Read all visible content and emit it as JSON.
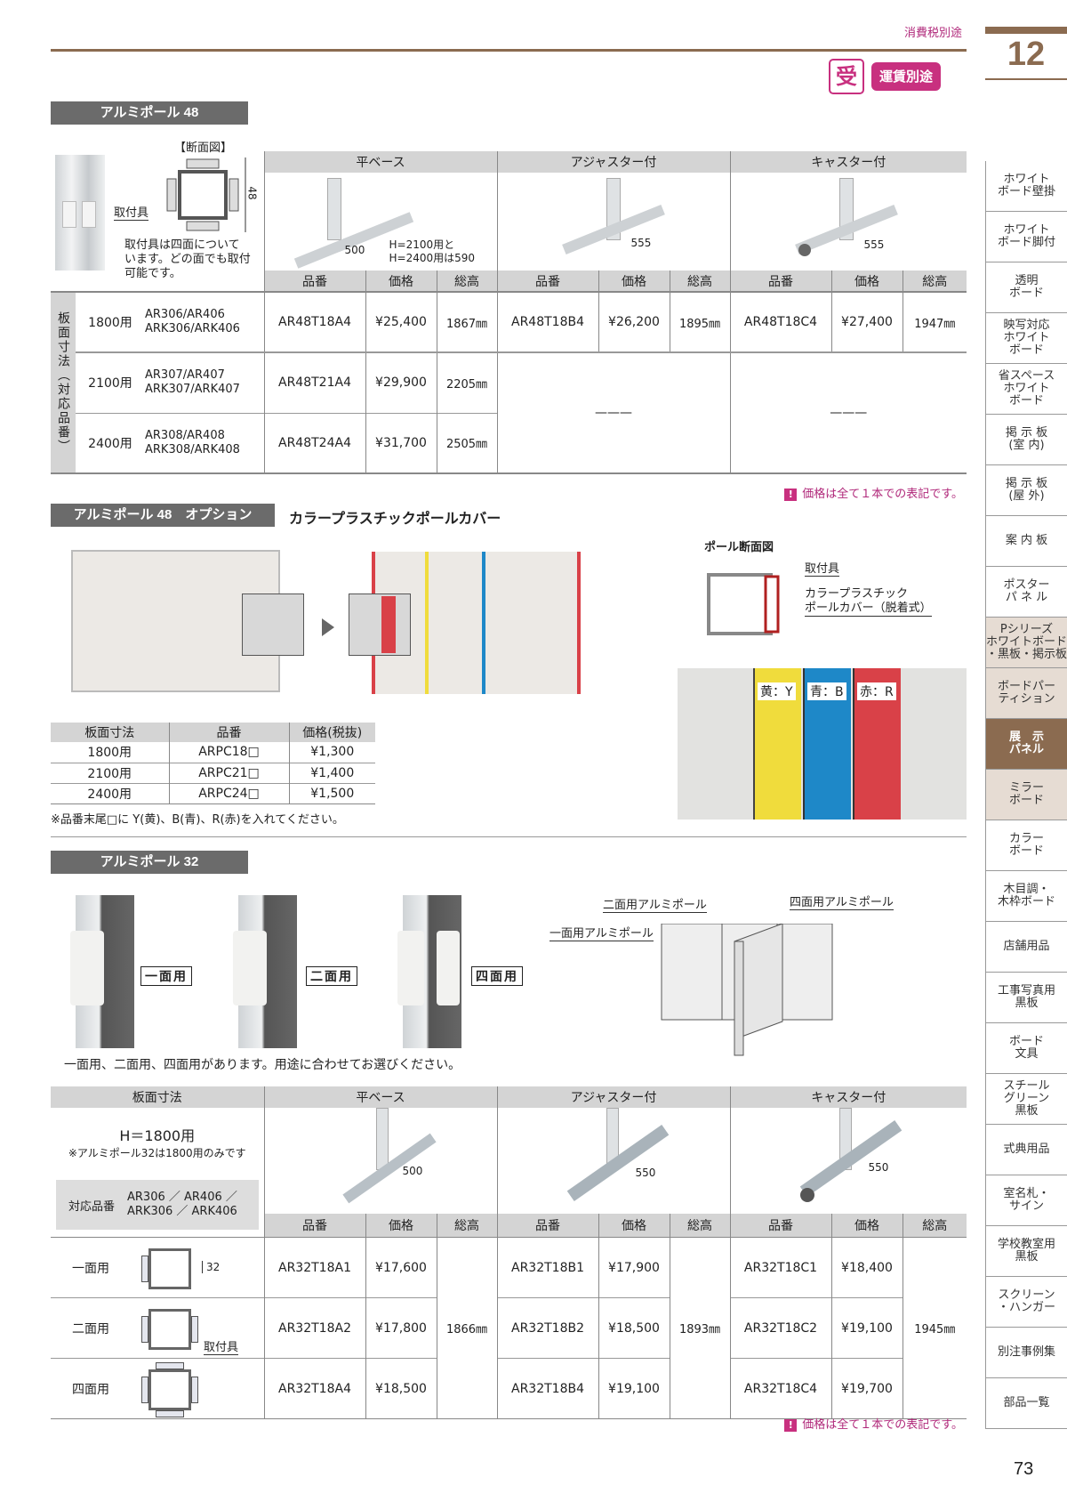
{
  "header": {
    "tax_note": "消費税別途",
    "badge_uke": "受",
    "badge_unchin": "運賃別途",
    "chapter_number": "12",
    "page_number": "73"
  },
  "sidebar": {
    "items": [
      {
        "label": "ホワイト\nボード壁掛",
        "state": "normal"
      },
      {
        "label": "ホワイト\nボード脚付",
        "state": "normal"
      },
      {
        "label": "透明\nボード",
        "state": "normal"
      },
      {
        "label": "映写対応\nホワイト\nボード",
        "state": "normal"
      },
      {
        "label": "省スペース\nホワイト\nボード",
        "state": "normal"
      },
      {
        "label": "掲 示 板\n(室 内)",
        "state": "normal"
      },
      {
        "label": "掲 示 板\n(屋 外)",
        "state": "normal"
      },
      {
        "label": "案 内 板",
        "state": "normal"
      },
      {
        "label": "ポスター\nパ ネ ル",
        "state": "normal"
      },
      {
        "label": "Pシリーズ\nホワイトボード\n・黒板・掲示板",
        "state": "shade"
      },
      {
        "label": "ボードパー\nティション",
        "state": "shade"
      },
      {
        "label": "展　示\nパネル",
        "state": "active"
      },
      {
        "label": "ミラー\nボード",
        "state": "shade"
      },
      {
        "label": "カラー\nボード",
        "state": "normal"
      },
      {
        "label": "木目調・\n木枠ボード",
        "state": "normal"
      },
      {
        "label": "店舗用品",
        "state": "normal"
      },
      {
        "label": "工事写真用\n黒板",
        "state": "normal"
      },
      {
        "label": "ボード\n文具",
        "state": "normal"
      },
      {
        "label": "スチール\nグリーン\n黒板",
        "state": "normal"
      },
      {
        "label": "式典用品",
        "state": "normal"
      },
      {
        "label": "室名札・\nサイン",
        "state": "normal"
      },
      {
        "label": "学校教室用\n黒板",
        "state": "normal"
      },
      {
        "label": "スクリーン\n・ハンガー",
        "state": "normal"
      },
      {
        "label": "別注事例集",
        "state": "normal"
      },
      {
        "label": "部品一覧",
        "state": "normal"
      }
    ]
  },
  "section48": {
    "title": "アルミポール 48",
    "cross_section_title": "【断面図】",
    "dimension": "48",
    "fitting_label": "取付具",
    "description": "取付具は四面について\nいます。どの面でも取付\n可能です。",
    "side_header": "板面寸法（対応品番）",
    "base_types": [
      {
        "name": "平ベース",
        "dimension": "500",
        "note": "H=2100用と\nH=2400用は590"
      },
      {
        "name": "アジャスター付",
        "dimension": "555"
      },
      {
        "name": "キャスター付",
        "dimension": "555"
      }
    ],
    "col_headers": [
      "品番",
      "価格",
      "総高"
    ],
    "rows": [
      {
        "size": "1800用",
        "compat": "AR306/AR406\nARK306/ARK406",
        "flat": [
          "AR48T18A4",
          "¥25,400",
          "1867㎜"
        ],
        "adjuster": [
          "AR48T18B4",
          "¥26,200",
          "1895㎜"
        ],
        "caster": [
          "AR48T18C4",
          "¥27,400",
          "1947㎜"
        ]
      },
      {
        "size": "2100用",
        "compat": "AR307/AR407\nARK307/ARK407",
        "flat": [
          "AR48T21A4",
          "¥29,900",
          "2205㎜"
        ]
      },
      {
        "size": "2400用",
        "compat": "AR308/AR408\nARK308/ARK408",
        "flat": [
          "AR48T24A4",
          "¥31,700",
          "2505㎜"
        ]
      }
    ],
    "na_mark": "———",
    "price_note": "価格は全て１本での表記です。"
  },
  "option": {
    "title": "アルミポール 48　オプション",
    "subtitle": "カラープラスチックポールカバー",
    "cross_section_title": "ポール断面図",
    "label_fitting": "取付具",
    "label_cover": "カラープラスチック\nポールカバー（脱着式）",
    "colors": [
      {
        "label": "黄：Y",
        "hex": "#f0dc3c"
      },
      {
        "label": "青：B",
        "hex": "#1e88c8"
      },
      {
        "label": "赤：R",
        "hex": "#d94148"
      }
    ],
    "table_headers": [
      "板面寸法",
      "品番",
      "価格(税抜)"
    ],
    "table_rows": [
      [
        "1800用",
        "ARPC18□",
        "¥1,300"
      ],
      [
        "2100用",
        "ARPC21□",
        "¥1,400"
      ],
      [
        "2400用",
        "ARPC24□",
        "¥1,500"
      ]
    ],
    "table_note": "※品番末尾□に Y(黄)、B(青)、R(赤)を入れてください。"
  },
  "section32": {
    "title": "アルミポール 32",
    "types": [
      "一面用",
      "二面用",
      "四面用"
    ],
    "types_note": "一面用、二面用、四面用があります。用途に合わせてお選びください。",
    "diagram_labels": [
      "二面用アルミポール",
      "四面用アルミポール",
      "一面用アルミポール"
    ],
    "size_header": "板面寸法",
    "size_value": "H＝1800用",
    "size_note": "※アルミポール32は1800用のみです",
    "compat_label": "対応品番",
    "compat_value": "AR306 ／ AR406 ／\nARK306 ／ ARK406",
    "base_types": [
      {
        "name": "平ベース",
        "dimension": "500"
      },
      {
        "name": "アジャスター付",
        "dimension": "550"
      },
      {
        "name": "キャスター付",
        "dimension": "550"
      }
    ],
    "col_headers": [
      "品番",
      "価格",
      "総高"
    ],
    "dimension_32": "32",
    "fitting_label": "取付具",
    "rows": [
      {
        "type": "一面用",
        "flat": [
          "AR32T18A1",
          "¥17,600"
        ],
        "adjuster": [
          "AR32T18B1",
          "¥17,900"
        ],
        "caster": [
          "AR32T18C1",
          "¥18,400"
        ]
      },
      {
        "type": "二面用",
        "flat": [
          "AR32T18A2",
          "¥17,800"
        ],
        "adjuster": [
          "AR32T18B2",
          "¥18,500"
        ],
        "caster": [
          "AR32T18C2",
          "¥19,100"
        ]
      },
      {
        "type": "四面用",
        "flat": [
          "AR32T18A4",
          "¥18,500"
        ],
        "adjuster": [
          "AR32T18B4",
          "¥19,100"
        ],
        "caster": [
          "AR32T18C4",
          "¥19,700"
        ]
      }
    ],
    "heights": {
      "flat": "1866㎜",
      "adjuster": "1893㎜",
      "caster": "1945㎜"
    },
    "price_note": "価格は全て１本での表記です。"
  }
}
